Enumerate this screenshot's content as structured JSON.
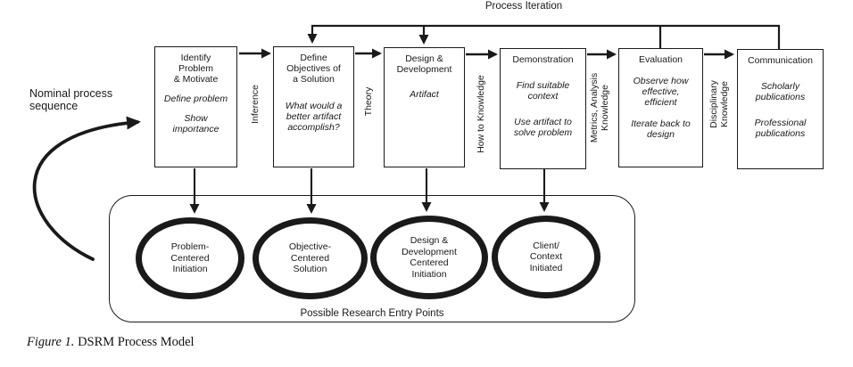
{
  "labels": {
    "process_iteration": "Process Iteration",
    "nominal_process": "Nominal process\nsequence",
    "possible_entry_points": "Possible Research Entry Points"
  },
  "stages": [
    {
      "title": "Identify\nProblem\n& Motivate",
      "notes": [
        "Define problem",
        "Show\nimportance"
      ]
    },
    {
      "title": "Define\nObjectives of\na Solution",
      "notes": [
        "What would a\nbetter artifact\naccomplish?"
      ]
    },
    {
      "title": "Design &\nDevelopment",
      "notes": [
        "Artifact"
      ]
    },
    {
      "title": "Demonstration",
      "notes": [
        "Find suitable\ncontext",
        "Use artifact to\nsolve problem"
      ]
    },
    {
      "title": "Evaluation",
      "notes": [
        "Observe how\neffective,\nefficient",
        "Iterate back to\ndesign"
      ]
    },
    {
      "title": "Communication",
      "notes": [
        "Scholarly\npublications",
        "Professional\npublications"
      ]
    }
  ],
  "connectors": [
    "Inference",
    "Theory",
    "How to Knowledge",
    "Metrics, Analysis\nKnowledge",
    "Disciplinary\nKnowledge"
  ],
  "entry_points": [
    "Problem-\nCentered\nInitiation",
    "Objective-\nCentered\nSolution",
    "Design &\nDevelopment\nCentered\nInitiation",
    "Client/\nContext\nInitiated"
  ],
  "caption": {
    "figure_label": "Figure 1.",
    "title": "DSRM Process Model"
  },
  "colors": {
    "ink": "#1a1a1a",
    "background": "#ffffff"
  }
}
